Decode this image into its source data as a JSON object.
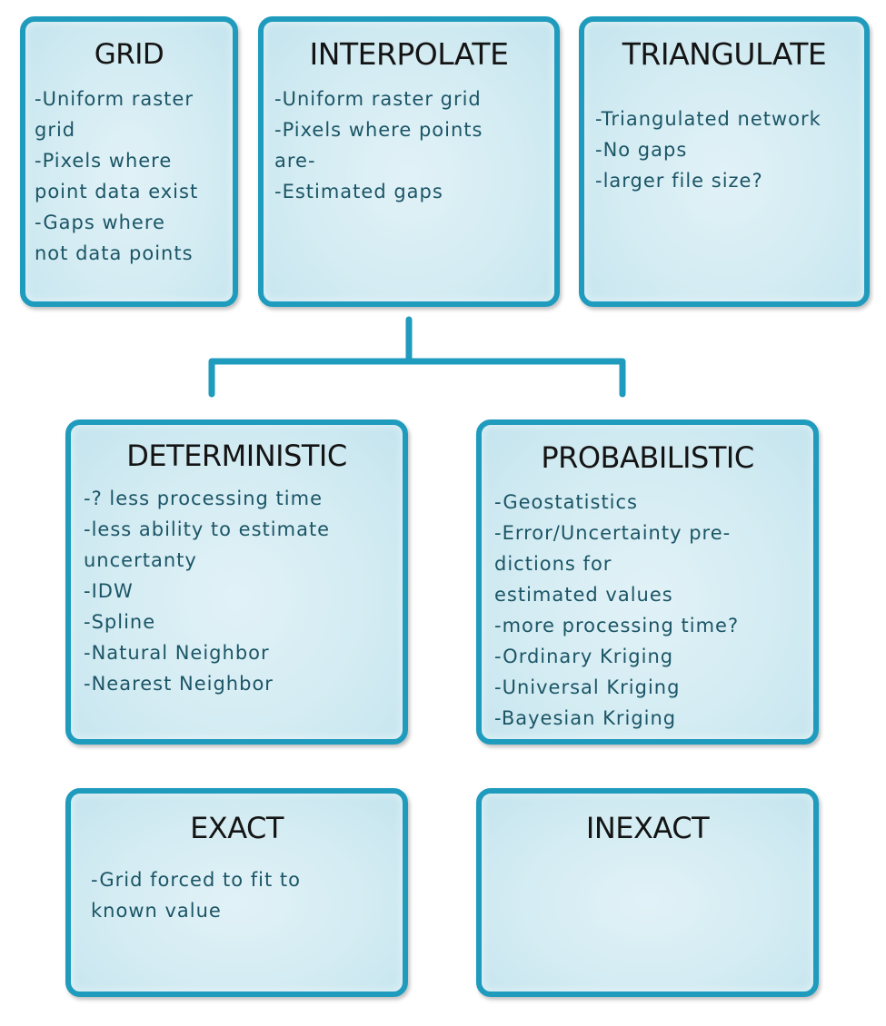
{
  "cards": {
    "grid": {
      "title": "GRID",
      "lines": [
        "-Uniform raster",
        "grid",
        "-Pixels where",
        "point data exist",
        "-Gaps where",
        "not data points"
      ]
    },
    "interpolate": {
      "title": "INTERPOLATE",
      "lines": [
        "-Uniform raster grid",
        "-Pixels where points",
        "are-",
        "-Estimated gaps"
      ]
    },
    "triangulate": {
      "title": "TRIANGULATE",
      "lines": [
        "-Triangulated network",
        "-No gaps",
        "-larger file size?"
      ]
    },
    "deterministic": {
      "title": "DETERMINISTIC",
      "lines": [
        "-? less processing time",
        "-less ability to estimate",
        "uncertanty",
        "-IDW",
        "-Spline",
        "-Natural Neighbor",
        "-Nearest Neighbor"
      ]
    },
    "probabilistic": {
      "title": "PROBABILISTIC",
      "lines": [
        "-Geostatistics",
        "-Error/Uncertainty pre-",
        "dictions for",
        "estimated values",
        "-more processing time?",
        "-Ordinary Kriging",
        "-Universal Kriging",
        "-Bayesian Kriging"
      ]
    },
    "exact": {
      "title": "EXACT",
      "lines": [
        "-Grid forced to fit to",
        "known value"
      ]
    },
    "inexact": {
      "title": "INEXACT",
      "lines": []
    }
  },
  "colors": {
    "border": "#1f9bbd",
    "connector": "#1f9bbd",
    "fill": "#d2ebf2",
    "title_text": "#141414",
    "body_text": "#1b5566"
  }
}
